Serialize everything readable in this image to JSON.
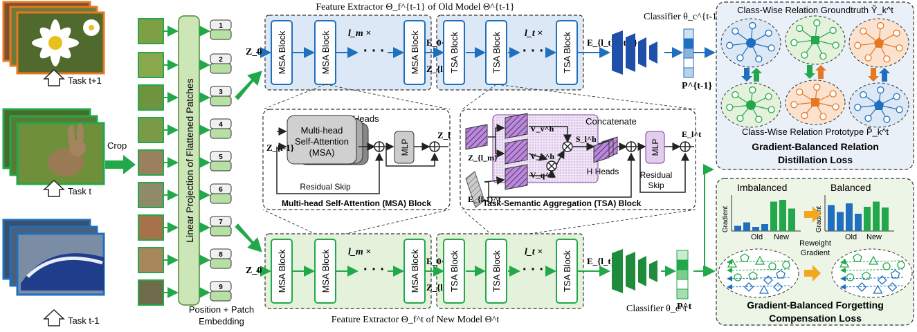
{
  "tasks": {
    "next": "Task t+1",
    "current": "Task t",
    "prev": "Task t-1",
    "crop": "Crop"
  },
  "linear_projection": "Linear Projection of Flattened Patches",
  "embedding_caption": {
    "line1": "Position + Patch",
    "line2": "Embedding"
  },
  "tokens": [
    "1",
    "2",
    "3",
    "4",
    "5",
    "6",
    "7",
    "8",
    "9"
  ],
  "old_model": {
    "title": "Feature Extractor Θ_f^{t-1} of Old Model Θ^{t-1}",
    "msa_block": "MSA Block",
    "tsa_block": "TSA Block",
    "lm_repeat": "l_m ×",
    "lt_repeat": "l_t ×",
    "z0": "Z_0",
    "e0": "E_0^{t-1}",
    "zlm": "Z_{l_m}",
    "elt": "E_{l_t}^{t-1}",
    "classifier": "Classifier θ_c^{t-1}",
    "p": "P^{t-1}"
  },
  "new_model": {
    "title": "Feature Extractor Θ_f^t of New Model Θ^t",
    "msa_block": "MSA Block",
    "tsa_block": "TSA Block",
    "lm_repeat": "l_m ×",
    "lt_repeat": "l_t ×",
    "z0": "Z_0",
    "e0": "E_0^t",
    "zlm": "Z_{l_m}",
    "elt": "E_{l_t}^t",
    "classifier": "Classifier θ_c^t",
    "p": "P^t"
  },
  "msa_detail": {
    "h_heads": "H Heads",
    "attention_line1": "Multi-head",
    "attention_line2": "Self-Attention",
    "attention_line3": "(MSA)",
    "mlp": "MLP",
    "input": "Z_{l-1}",
    "output": "Z_l",
    "residual": "Residual Skip",
    "caption": "Multi-head Self-Attention (MSA) Block"
  },
  "tsa_detail": {
    "concatenate": "Concatenate",
    "vv": "V_v^h",
    "vk": "V_k^h",
    "vq": "V_q^h",
    "s": "S_l^h",
    "h_heads": "H Heads",
    "zlm": "Z_{l_m}",
    "eprev": "E_{l-1}^t",
    "mlp": "MLP",
    "out": "E_l^t",
    "residual_line1": "Residual",
    "residual_line2": "Skip",
    "caption": "Task-Semantic Aggregation (TSA) Block"
  },
  "relation_panel": {
    "groundtruth": "Class-Wise Relation Groundtruth Ỹ_k^t",
    "prototype": "Class-Wise Relation Prototype P̃_k^t",
    "loss_line1": "Gradient-Balanced Relation",
    "loss_line2": "Distillation Loss"
  },
  "forgetting_panel": {
    "imbalanced": "Imbalanced",
    "balanced": "Balanced",
    "gradient": "Gradient",
    "old": "Old",
    "new": "New",
    "reweight1": "Reweight",
    "reweight2": "Gradient",
    "loss_line1": "Gradient-Balanced Forgetting",
    "loss_line2": "Compensation Loss"
  },
  "bars_imbalanced": [
    0.15,
    0.25,
    0.12,
    0.2,
    0.85,
    0.9,
    0.65
  ],
  "bars_balanced": [
    0.75,
    0.55,
    0.8,
    0.5,
    0.7,
    0.85,
    0.68
  ],
  "colors": {
    "blue": "#1f6fbf",
    "green": "#22a84a",
    "orange": "#e87722",
    "old_bg": "#dce8f5",
    "new_bg": "#e4f2dc",
    "purple": "#7b3fa0"
  }
}
